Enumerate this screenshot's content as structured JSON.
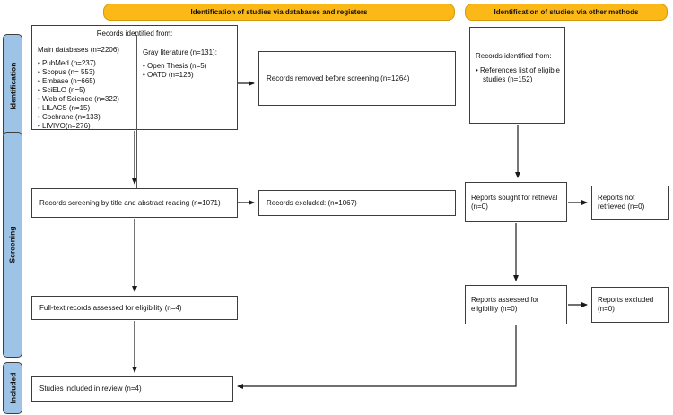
{
  "colors": {
    "header_bg": "#FBB817",
    "sidebar_bg": "#9DC3E6",
    "box_border": "#3D3D3D"
  },
  "headers": {
    "left": "Identification of studies via databases and registers",
    "right": "Identification of studies via other methods"
  },
  "sidebar": [
    {
      "label": "Identification"
    },
    {
      "label": "Screening"
    },
    {
      "label": "Included"
    }
  ],
  "boxes": {
    "records_identified": {
      "title": "Records identified from:",
      "main_heading": "Main databases (n=2206)",
      "main_items": [
        "PubMed (n=237)",
        "Scopus (n= 553)",
        "Embase (n=665)",
        "SciELO (n=5)",
        "Web of Science (n=322)",
        "LILACS (n=15)",
        "Cochrane (n=133)",
        "LIVIVO(n=276)"
      ],
      "gray_heading": "Gray literature (n=131):",
      "gray_items": [
        "Open Thesis (n=5)",
        "OATD (n=126)"
      ]
    },
    "records_removed": {
      "text": "Records removed before screening (n=1264)"
    },
    "other_records": {
      "title": "Records identified from:",
      "items": [
        "References list of eligible studies (n=152)"
      ]
    },
    "records_screening": {
      "text": "Records screening by title and abstract reading (n=1071)"
    },
    "records_excluded": {
      "text": "Records excluded: (n=1067)"
    },
    "reports_sought": {
      "text": "Reports sought for retrieval (n=0)"
    },
    "reports_not_retrieved": {
      "text": "Reports not retrieved (n=0)"
    },
    "fulltext_assessed": {
      "text": "Full-text records assessed for eligibility (n=4)"
    },
    "reports_assessed": {
      "text": "Reports assessed for eligibility (n=0)"
    },
    "reports_excluded": {
      "text": "Reports excluded (n=0)"
    },
    "studies_included": {
      "text": "Studies included in review (n=4)"
    }
  }
}
